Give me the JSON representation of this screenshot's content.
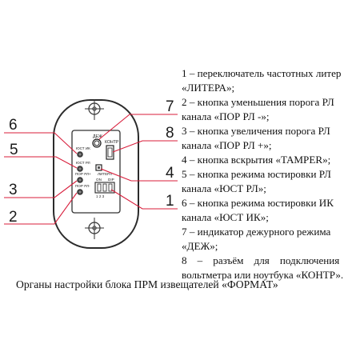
{
  "diagram": {
    "callouts": [
      "1",
      "2",
      "3",
      "4",
      "5",
      "6",
      "7",
      "8"
    ],
    "device_labels": {
      "dezh": "ДЕЖ",
      "kontr": "КОНТР",
      "yust_ik": "ЮСТ ИК",
      "yust_rl": "ЮСТ РЛ",
      "por_plus": "ПОР РЛ+",
      "por_minus": "ПОР РЛ-",
      "litera": "ЛИТЕРА",
      "on": "ON",
      "dip": "DIP",
      "switch_numbers": "1  2  3"
    },
    "colors": {
      "leader_line": "#d81c3a",
      "outline": "#2b2b2b"
    }
  },
  "legend": {
    "item1_line1": "1 – переключатель частотных литер",
    "item1_line2": "«ЛИТЕРА»;",
    "item2_line1": "2 – кнопка уменьшения порога РЛ",
    "item2_line2": "канала «ПОР РЛ -»;",
    "item3_line1": "3 – кнопка увеличения порога РЛ",
    "item3_line2": "канала «ПОР РЛ +»;",
    "item4": "4 – кнопка вскрытия «TAMPER»;",
    "item5_line1": "5 – кнопка режима юстировки РЛ",
    "item5_line2": "канала «ЮСТ РЛ»;",
    "item6_line1": "6 – кнопка режима юстировки ИК",
    "item6_line2": "канала «ЮСТ ИК»;",
    "item7_line1": "7 – индикатор дежурного режима",
    "item7_line2": "«ДЕЖ»;",
    "item8_line1": "8    –    разъём    для    подключения",
    "item8_line2": "вольтметра или ноутбука «КОНТР»."
  },
  "caption": "Органы настройки блока ПРМ извещателей «ФОРМАТ»"
}
